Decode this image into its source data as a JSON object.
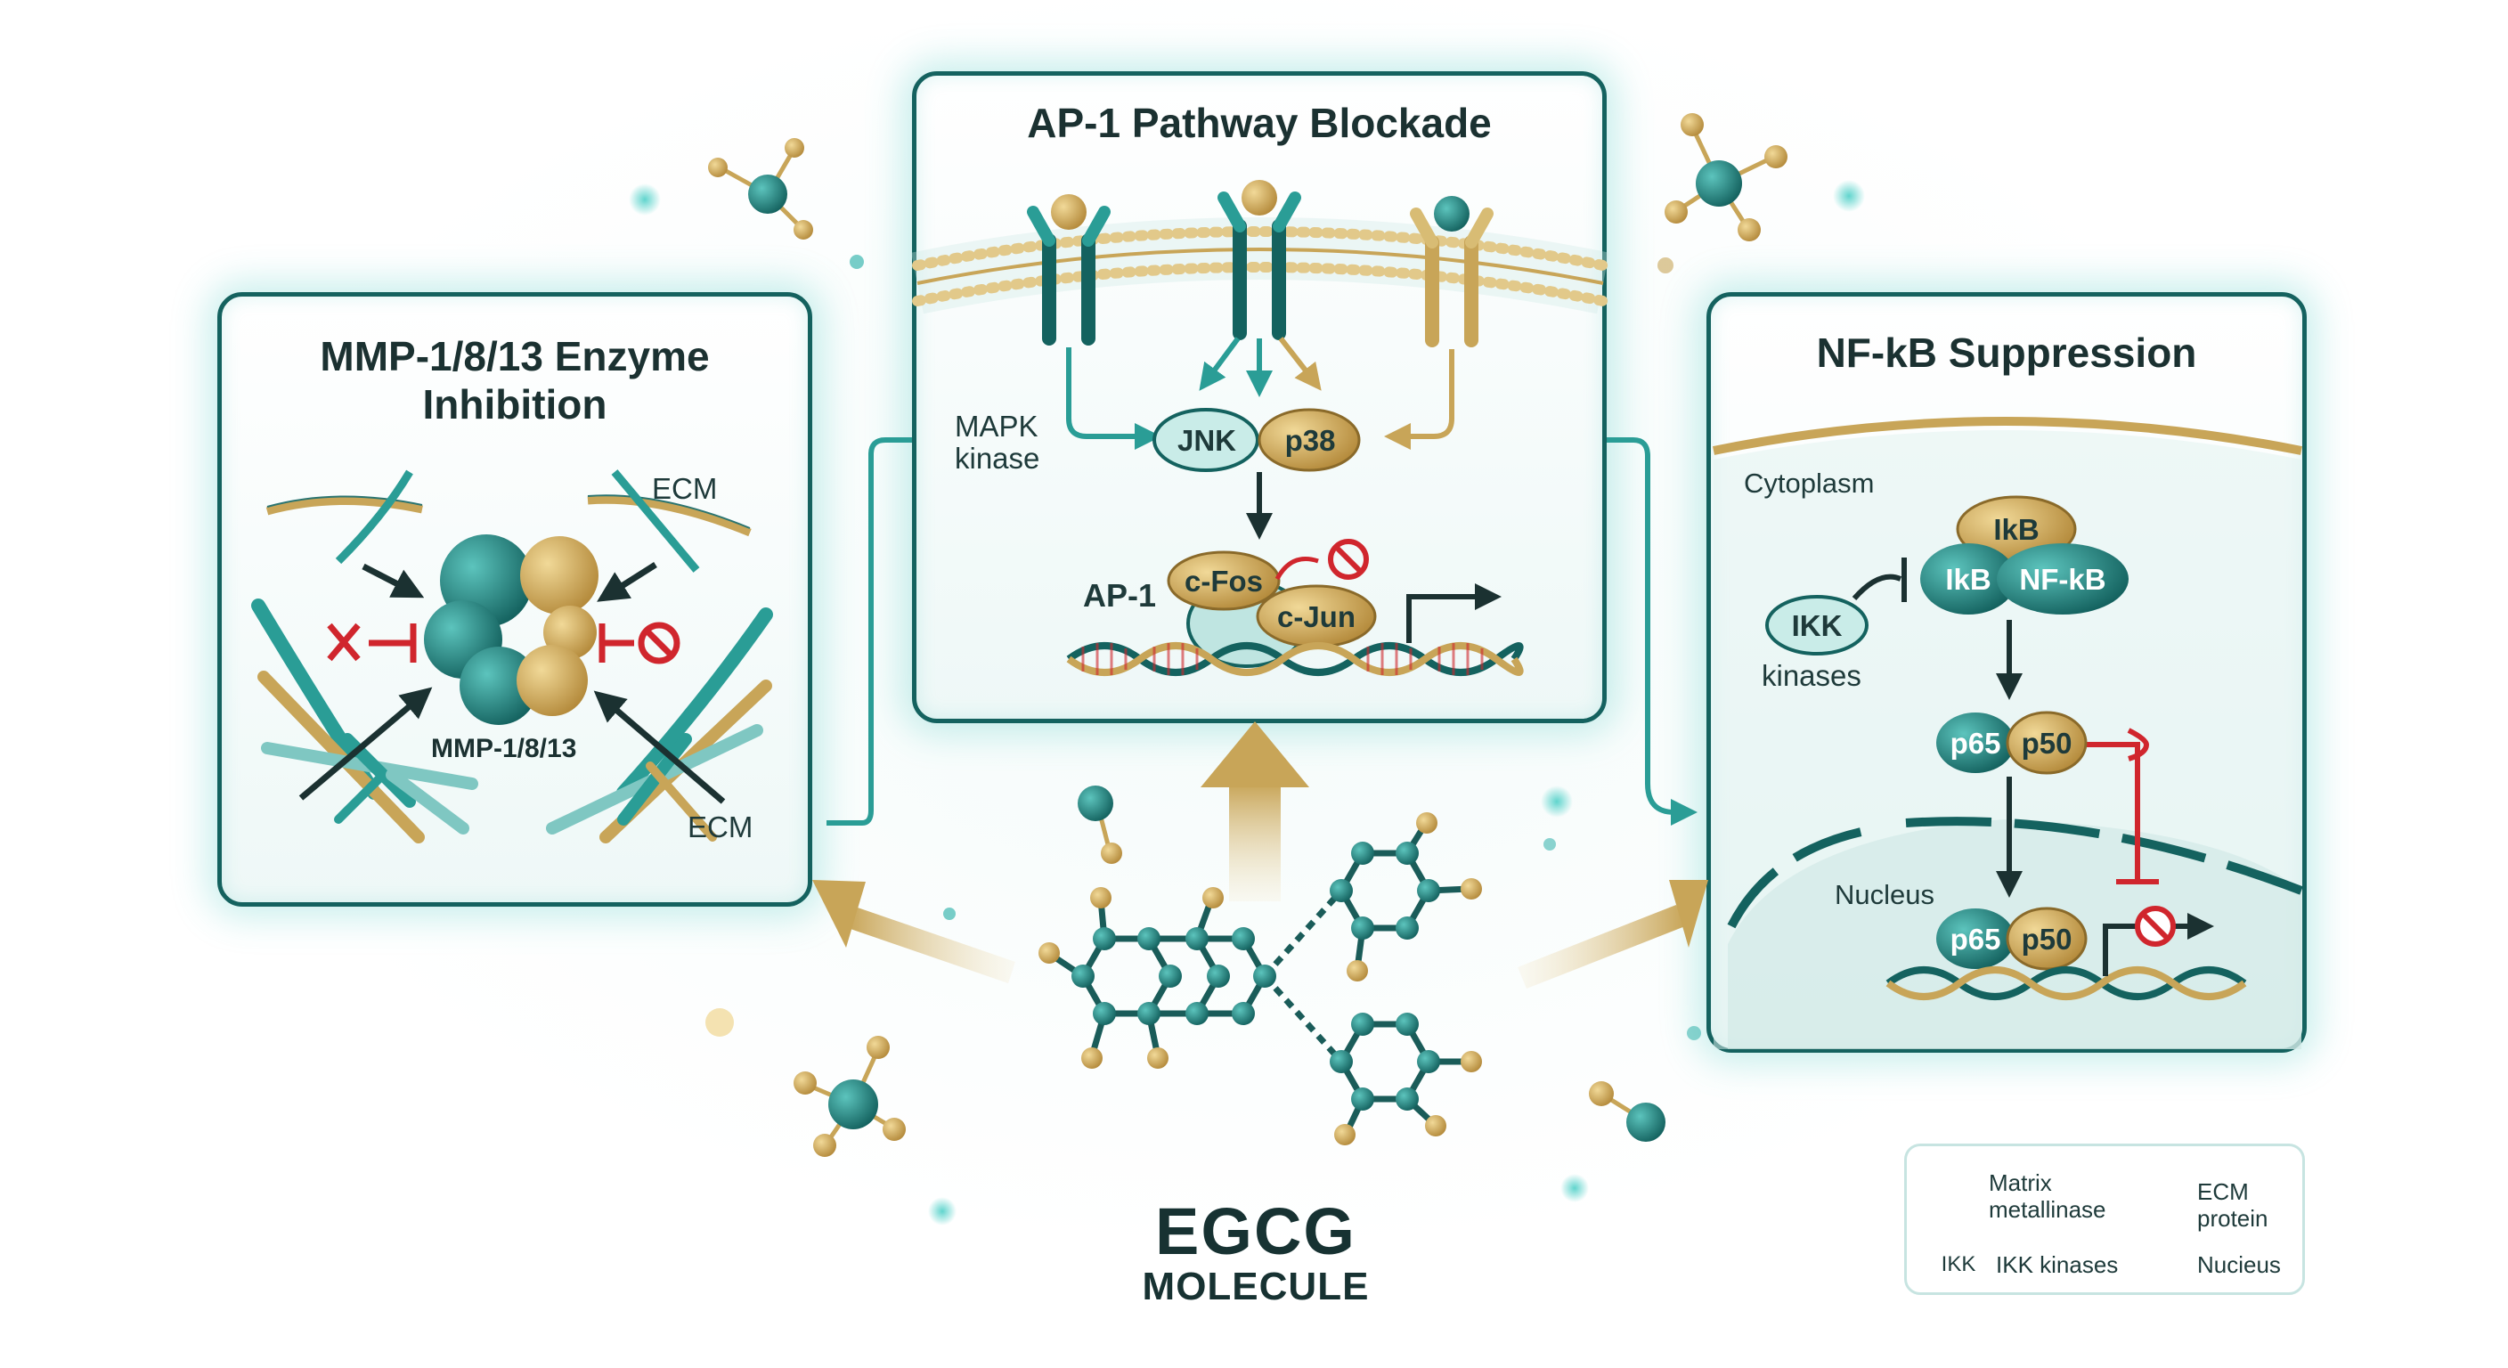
{
  "panels": {
    "mmp": {
      "title_line1": "MMP-1/8/13 Enzyme",
      "title_line2": "Inhibition",
      "ecm_top": "ECM",
      "ecm_bottom": "ECM",
      "enzyme_label": "MMP-1/8/13"
    },
    "ap1": {
      "title": "AP-1 Pathway Blockade",
      "mapk_line1": "MAPK",
      "mapk_line2": "kinase",
      "jnk": "JNK",
      "p38": "p38",
      "ap1_label": "AP-1",
      "cfos": "c-Fos",
      "cjun": "c-Jun"
    },
    "nfkb": {
      "title": "NF-kB Suppression",
      "cytoplasm": "Cytoplasm",
      "ikb_top": "IkB",
      "ikb": "IkB",
      "nfkb": "NF-kB",
      "ikk": "IKK",
      "kinases": "kinases",
      "p65_a": "p65",
      "p50_a": "p50",
      "nucleus": "Nucleus",
      "p65_b": "p65",
      "p50_b": "p50"
    }
  },
  "egcg": {
    "name": "EGCG",
    "sub": "MOLECULE"
  },
  "legend": {
    "enzyme_line1": "Matrix",
    "enzyme_line2": "metallinase",
    "arrow_line1": "ECM",
    "arrow_line2": "protein",
    "ikk_badge": "IKK",
    "ikk_label": "IKK kinases",
    "inhibit_label": "Nucieus"
  },
  "colors": {
    "teal_dark": "#14625f",
    "teal": "#2a9d96",
    "gold": "#c8a558",
    "red": "#d0262d",
    "navy": "#1b3131"
  }
}
